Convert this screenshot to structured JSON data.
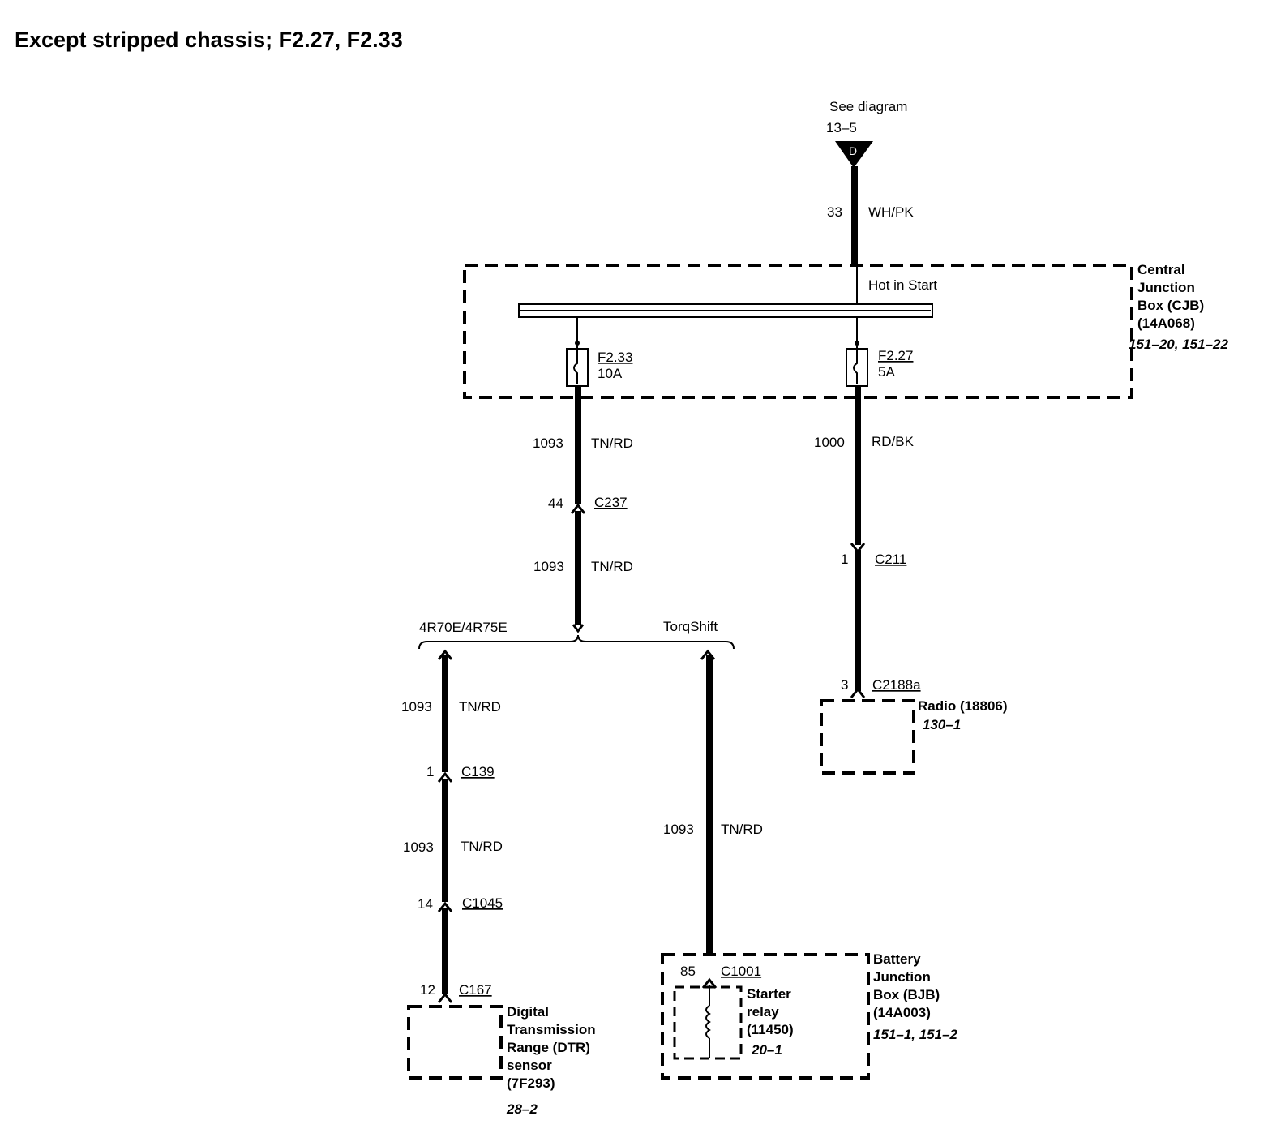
{
  "title": "Except stripped chassis; F2.27, F2.33",
  "source": {
    "see": "See diagram",
    "ref": "13–5",
    "letter": "D"
  },
  "cjb": {
    "name": [
      "Central",
      "Junction",
      "Box (CJB)",
      "(14A068)"
    ],
    "pages": "151–20, 151–22",
    "bus_label": "Hot in Start",
    "fuses": [
      {
        "id": "F2.33",
        "rating": "10A"
      },
      {
        "id": "F2.27",
        "rating": "5A"
      }
    ]
  },
  "wires": {
    "feed": {
      "circuit": "33",
      "color": "WH/PK"
    },
    "w1093a": {
      "circuit": "1093",
      "color": "TN/RD"
    },
    "w1093b": {
      "circuit": "1093",
      "color": "TN/RD"
    },
    "w1093c": {
      "circuit": "1093",
      "color": "TN/RD"
    },
    "w1093d": {
      "circuit": "1093",
      "color": "TN/RD"
    },
    "w1093e": {
      "circuit": "1093",
      "color": "TN/RD"
    },
    "w1000": {
      "circuit": "1000",
      "color": "RD/BK"
    }
  },
  "connectors": {
    "c237": {
      "pin": "44",
      "name": "C237"
    },
    "c211": {
      "pin": "1",
      "name": "C211"
    },
    "c2188a": {
      "pin": "3",
      "name": "C2188a"
    },
    "c139": {
      "pin": "1",
      "name": "C139"
    },
    "c1045": {
      "pin": "14",
      "name": "C1045"
    },
    "c167": {
      "pin": "12",
      "name": "C167"
    },
    "c1001": {
      "pin": "85",
      "name": "C1001"
    }
  },
  "options": {
    "left": "4R70E/4R75E",
    "right": "TorqShift"
  },
  "components": {
    "radio": {
      "name": "Radio (18806)",
      "page": "130–1"
    },
    "dtr": {
      "name": [
        "Digital",
        "Transmission",
        "Range (DTR)",
        "sensor",
        "(7F293)"
      ],
      "page": "28–2"
    },
    "starter": {
      "name": [
        "Starter",
        "relay",
        "(11450)"
      ],
      "page": "20–1"
    },
    "bjb": {
      "name": [
        "Battery",
        "Junction",
        "Box (BJB)",
        "(14A003)"
      ],
      "pages": "151–1, 151–2"
    }
  }
}
